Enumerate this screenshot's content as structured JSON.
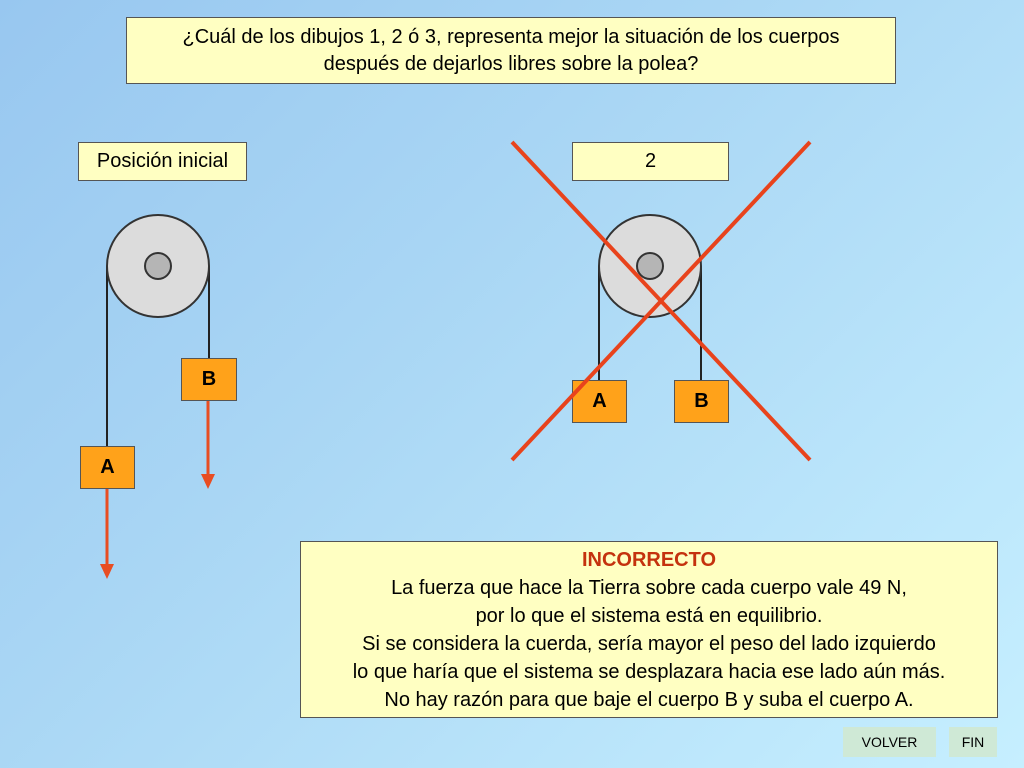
{
  "question": {
    "line1": "¿Cuál de los dibujos 1, 2 ó 3, representa mejor la situación de los cuerpos",
    "line2": "después de dejarlos libres sobre la polea?"
  },
  "left_panel": {
    "label": "Posición inicial",
    "block_b": "B",
    "block_a": "A"
  },
  "right_panel": {
    "label": "2",
    "block_a": "A",
    "block_b": "B",
    "marked_wrong": true
  },
  "feedback": {
    "verdict": "INCORRECTO",
    "lines": [
      "La fuerza que hace la Tierra sobre cada cuerpo vale 49 N,",
      "por lo que el sistema está en equilibrio.",
      "Si se considera la cuerda, sería mayor el peso del lado izquierdo",
      "lo que haría que el sistema se desplazara hacia ese lado aún más.",
      "No hay razón para que baje el cuerpo B y suba el cuerpo A."
    ]
  },
  "nav": {
    "volver": "VOLVER",
    "fin": "FIN"
  },
  "colors": {
    "panel_bg": "#ffffc2",
    "block": "#ffa21a",
    "arrow": "#e84d22",
    "cross": "#e8431c",
    "verdict": "#c4320e",
    "button_bg": "#cfe9d6"
  },
  "icons": [
    "pulley-icon",
    "cross-mark-icon",
    "down-arrow-icon"
  ]
}
